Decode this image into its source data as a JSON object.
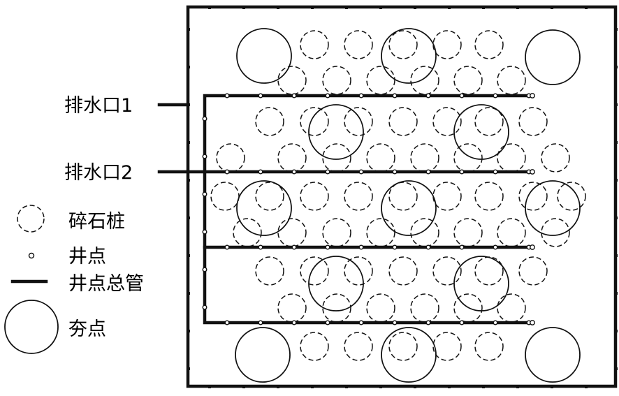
{
  "labels": {
    "outlet_1": "排水口1",
    "outlet_2": "排水口2"
  },
  "legend": {
    "gravel_pile": "碎石桩",
    "well_point": "井点",
    "well_main_pipe": "井点总管",
    "tamping_point": "夯点"
  }
}
